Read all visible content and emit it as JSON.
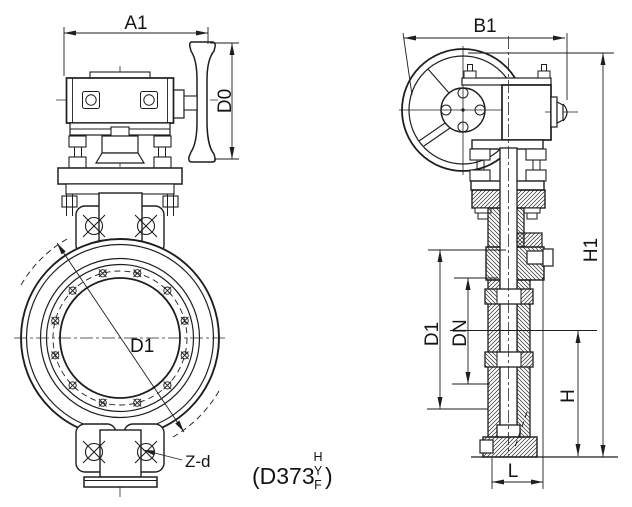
{
  "drawing": {
    "kind": "valve-engineering-drawing",
    "colors": {
      "line": "#1e1e1e",
      "background": "#ffffff",
      "text": "#141414"
    },
    "labels": {
      "front": {
        "a1": "A1",
        "d0": "D0",
        "d1": "D1",
        "zd": "Z-d"
      },
      "side": {
        "b1": "B1",
        "h1": "H1",
        "d1": "D1",
        "dn": "DN",
        "h": "H",
        "l": "L"
      },
      "caption": {
        "prefix": "(D373",
        "stack": [
          "H",
          "Y",
          "F"
        ],
        "suffix": ")"
      }
    }
  }
}
